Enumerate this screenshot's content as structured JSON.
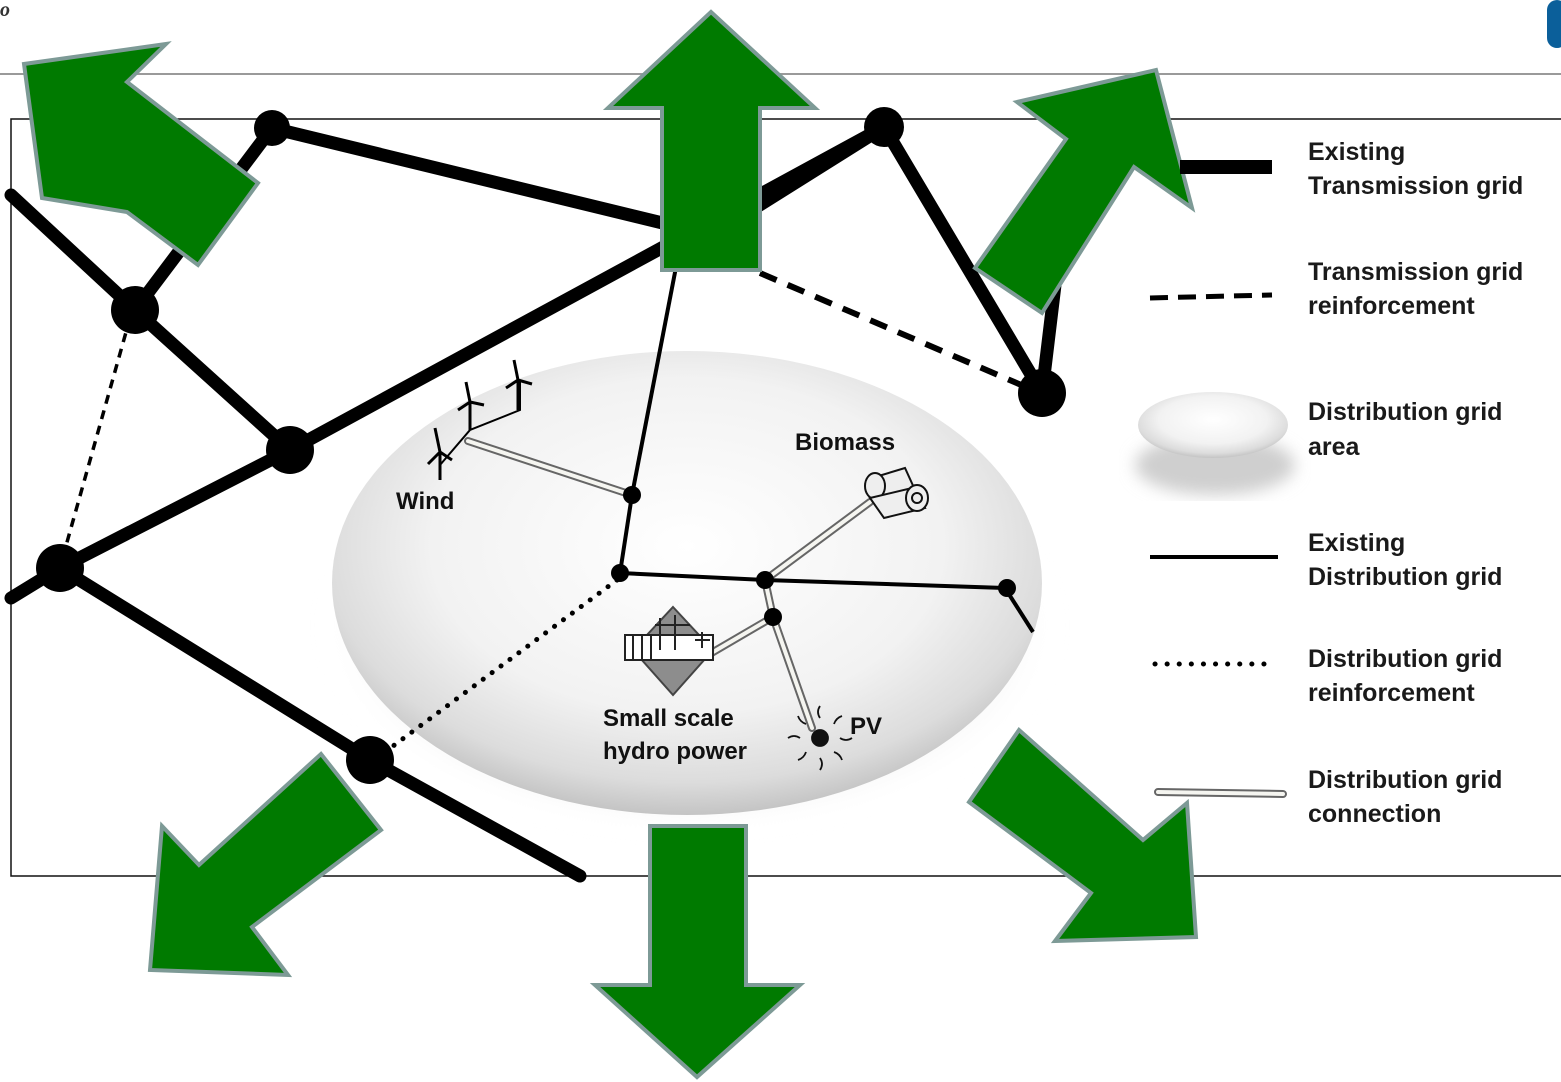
{
  "legend": [
    {
      "id": "existing-transmission",
      "line1": "Existing",
      "line2": "Transmission grid"
    },
    {
      "id": "transmission-reinforcement",
      "line1": "Transmission grid",
      "line2": "reinforcement"
    },
    {
      "id": "distribution-area",
      "line1": "Distribution grid",
      "line2": "area"
    },
    {
      "id": "existing-distribution",
      "line1": "Existing",
      "line2": "Distribution grid"
    },
    {
      "id": "distribution-reinforcement",
      "line1": "Distribution grid",
      "line2": "reinforcement"
    },
    {
      "id": "distribution-connection",
      "line1": "Distribution grid",
      "line2": "connection"
    }
  ],
  "labels": {
    "wind": "Wind",
    "biomass": "Biomass",
    "hydro_line1": "Small scale",
    "hydro_line2": "hydro power",
    "pv": "PV"
  },
  "colors": {
    "arrow_fill": "#007a00",
    "arrow_stroke": "#7d9a96",
    "line": "#000000"
  }
}
